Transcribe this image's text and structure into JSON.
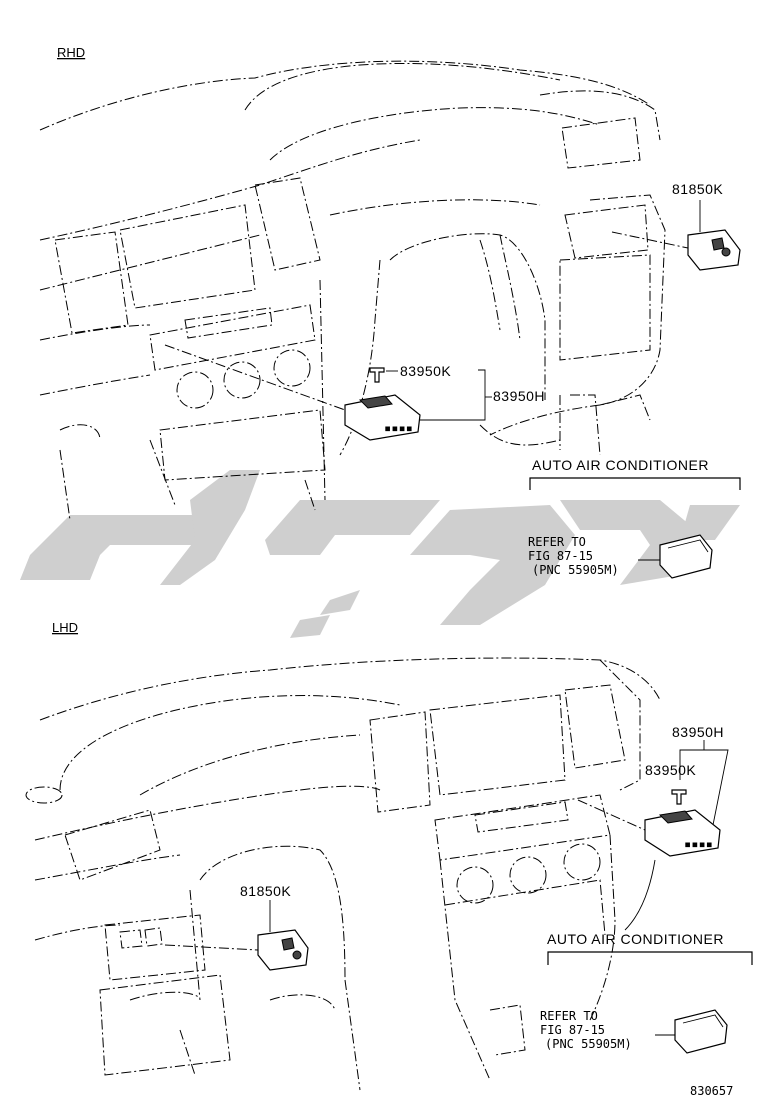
{
  "sections": {
    "rhd": {
      "title": "RHD"
    },
    "lhd": {
      "title": "LHD"
    }
  },
  "rhd_parts": {
    "switch": "81850K",
    "screw": "83950K",
    "control": "83950H",
    "option_title": "AUTO AIR CONDITIONER",
    "refer_line1": "REFER TO",
    "refer_line2": "FIG 87-15",
    "refer_line3": "(PNC 55905M)"
  },
  "lhd_parts": {
    "switch": "81850K",
    "screw": "83950K",
    "control": "83950H",
    "option_title": "AUTO AIR CONDITIONER",
    "refer_line1": "REFER TO",
    "refer_line2": "FIG 87-15",
    "refer_line3": "(PNC 55905M)"
  },
  "figure_id": "830657",
  "watermark_color": "#cfcfcf"
}
